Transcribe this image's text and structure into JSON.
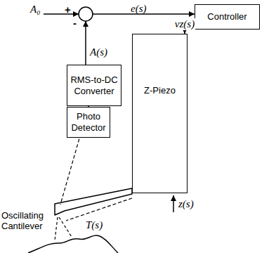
{
  "diagram": {
    "nodes": [
      {
        "text": [
          "Controller"
        ]
      },
      {
        "text": [
          "RMS-to-DC Converter"
        ]
      },
      {
        "text": [
          "Z-Piezo"
        ]
      },
      {
        "text": [
          "Photo Detector"
        ]
      }
    ],
    "edges": [
      {
        "from": 3,
        "to": 1,
        "arrow": "to"
      },
      {
        "from": 0,
        "to": 2,
        "arrow": "to",
        "label": "vz(s)"
      }
    ],
    "labels": [
      "A₀",
      "+",
      "-",
      "e(s)",
      "A(s)",
      "z(s)",
      "Oscillating Cantilever",
      "T(s)"
    ]
  }
}
